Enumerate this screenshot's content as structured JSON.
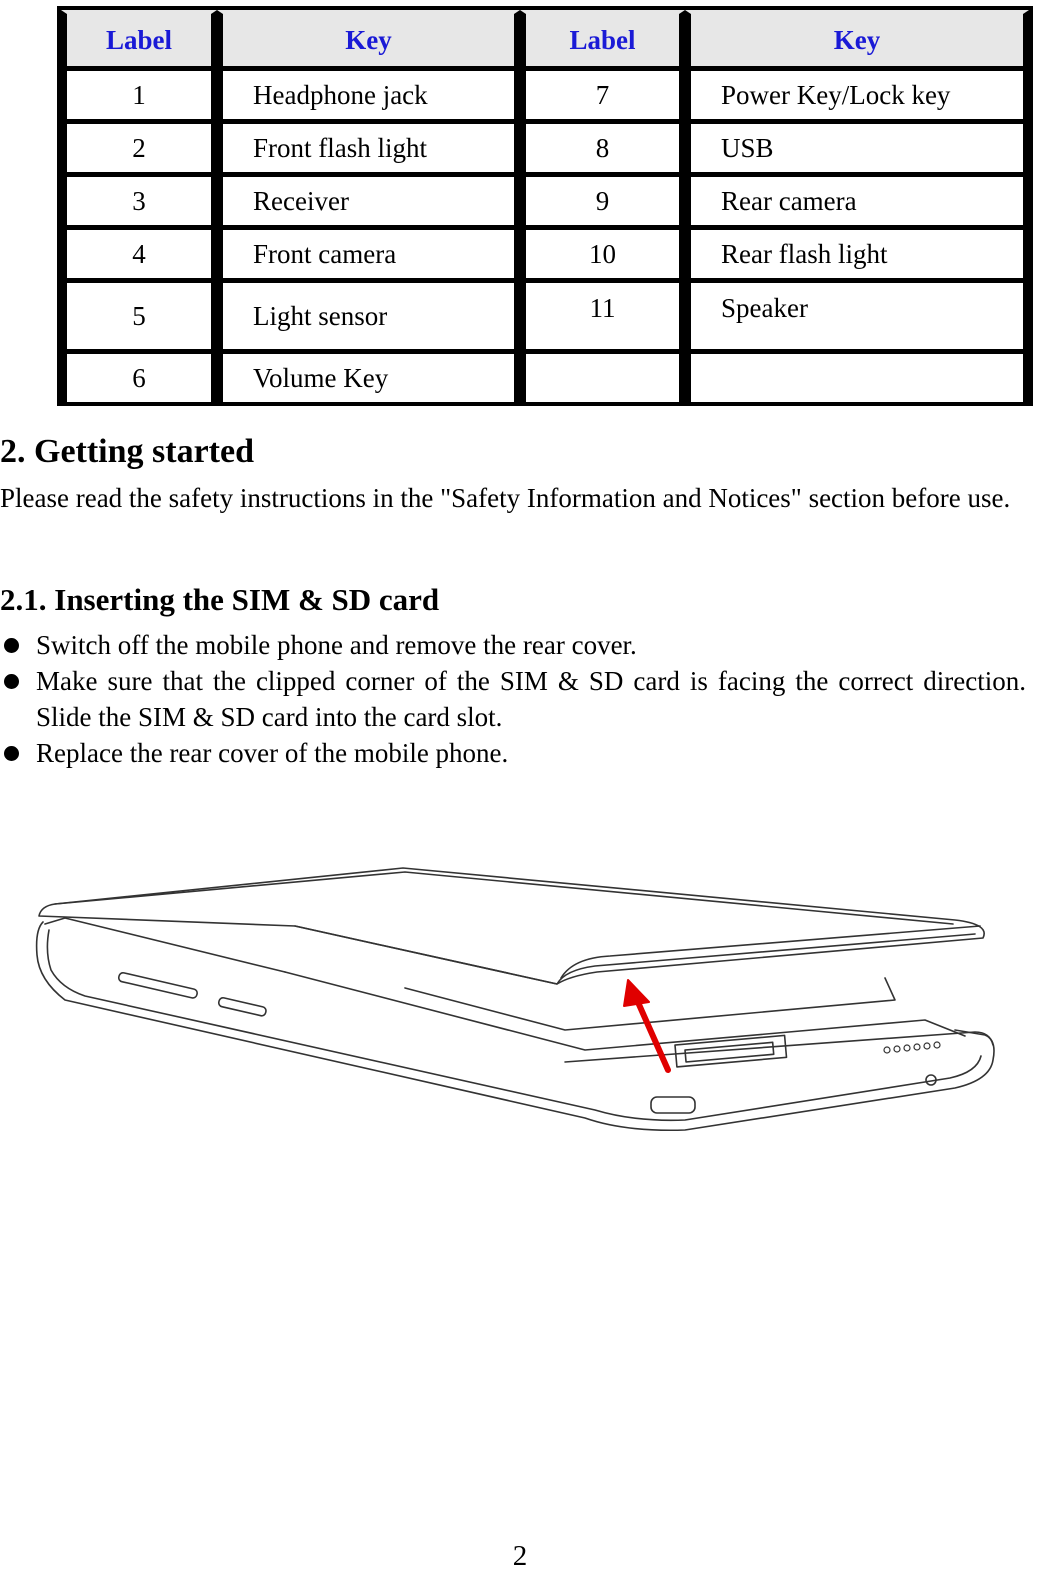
{
  "table": {
    "headers": [
      "Label",
      "Key",
      "Label",
      "Key"
    ],
    "rows": [
      {
        "l1": "1",
        "k1": "Headphone jack",
        "l2": "7",
        "k2": "Power Key/Lock key"
      },
      {
        "l1": "2",
        "k1": "Front flash light",
        "l2": "8",
        "k2": "USB"
      },
      {
        "l1": "3",
        "k1": "Receiver",
        "l2": "9",
        "k2": "Rear camera"
      },
      {
        "l1": "4",
        "k1": "Front camera",
        "l2": "10",
        "k2": "Rear flash light"
      },
      {
        "l1": "5",
        "k1": "Light sensor",
        "l2": "11",
        "k2": "Speaker"
      },
      {
        "l1": "6",
        "k1": "Volume Key",
        "l2": "",
        "k2": ""
      }
    ],
    "header_color": "#1a1ad6",
    "header_bg": "#e7e7e7"
  },
  "section": {
    "title": "2. Getting started",
    "intro": "Please read the safety instructions in the \"Safety Information and Notices\" section before use."
  },
  "subsection": {
    "title": "2.1. Inserting the SIM & SD card",
    "bullets": [
      "Switch off the mobile phone and remove the rear cover.",
      "Make sure that the clipped corner of the SIM & SD card is facing the correct direction. Slide the SIM & SD card into the card slot.",
      "Replace the rear cover of the mobile phone."
    ]
  },
  "illustration": {
    "subject": "phone-with-rear-cover-lifted",
    "arrow_color": "#e00000"
  },
  "page_number": "2"
}
